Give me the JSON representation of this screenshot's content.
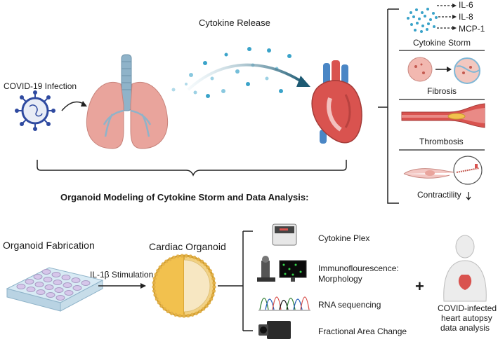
{
  "top": {
    "covid_label": "COVID-19 Infection",
    "release_label": "Cytokine Release",
    "cytokines": [
      "IL-6",
      "IL-8",
      "MCP-1"
    ],
    "panels": [
      "Cytokine Storm",
      "Fibrosis",
      "Thrombosis",
      "Contractility"
    ]
  },
  "middle": {
    "title": "Organoid Modeling of Cytokine Storm and Data Analysis:"
  },
  "bottom": {
    "fabrication_label": "Organoid Fabrication",
    "stimulation_label": "IL-1β Stimulation",
    "organoid_label": "Cardiac Organoid",
    "analyses": [
      "Cytokine Plex",
      "Immunoflourescence:",
      "Morphology",
      "RNA sequencing",
      "Fractional Area Change"
    ],
    "plus": "+",
    "autopsy_lines": [
      "COVID-infected",
      "heart autopsy",
      "data analysis"
    ]
  },
  "colors": {
    "lung": "#e9a49c",
    "trachea": "#8fb3c9",
    "heart": "#d9534f",
    "virus": "#2f4aa0",
    "cytokine": "#3aa3c9",
    "organoid": "#f2c14e"
  }
}
